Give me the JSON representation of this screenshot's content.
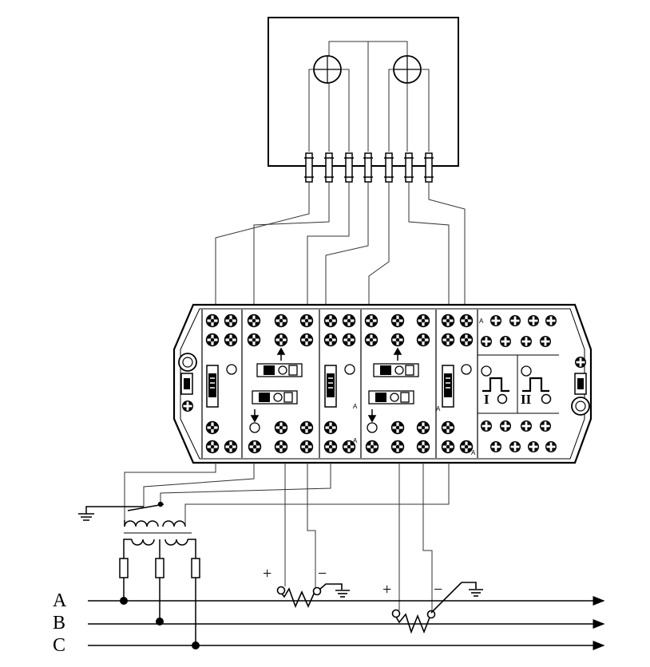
{
  "phases": {
    "a": "A",
    "b": "B",
    "c": "C"
  },
  "polarity": {
    "left_plus": "+",
    "left_minus": "−",
    "right_plus": "+",
    "right_minus": "−"
  },
  "terminal_marks": {
    "a1": "A",
    "a2": "A",
    "a3": "A",
    "a4": "A",
    "a5": "A"
  },
  "switch_labels": {
    "one": "I",
    "two": "II"
  },
  "colors": {
    "line": "#000000",
    "wire": "#333333",
    "background": "#ffffff"
  }
}
